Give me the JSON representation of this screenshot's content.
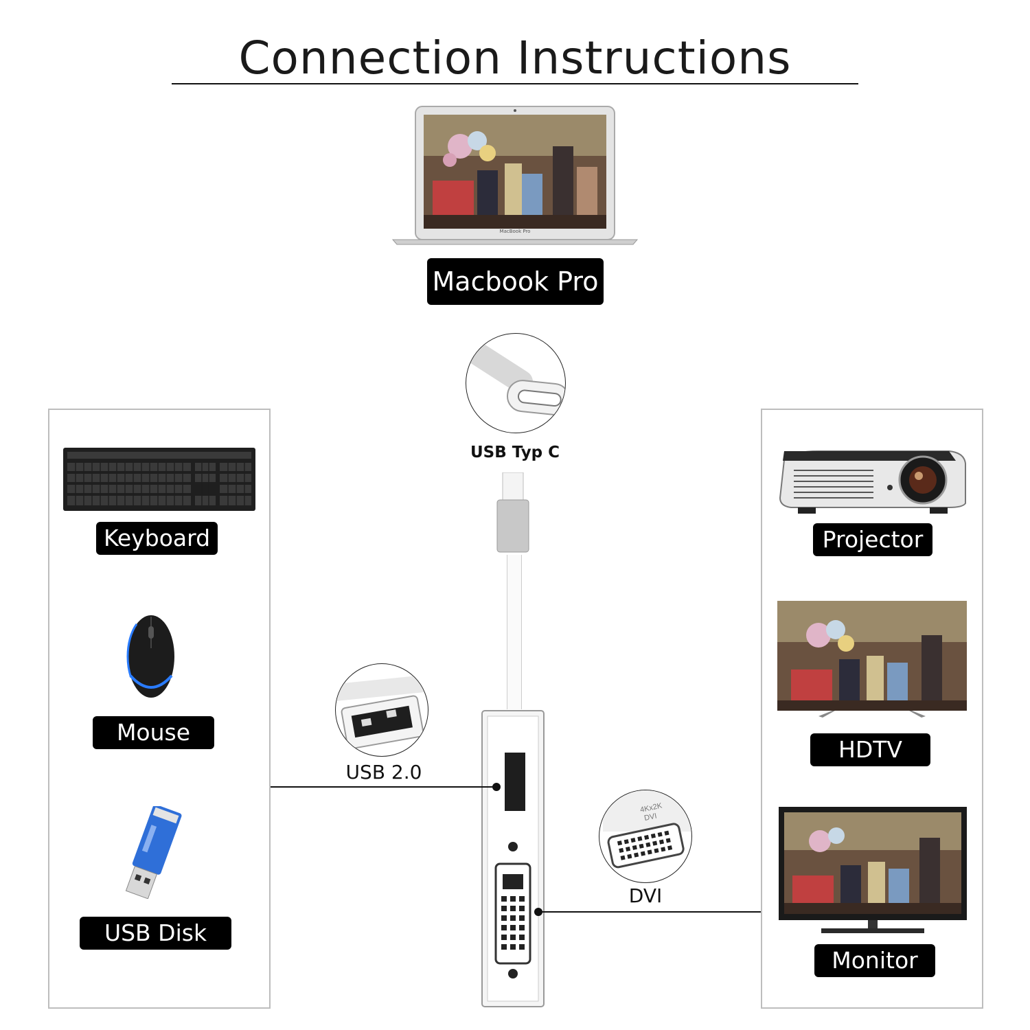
{
  "title": "Connection Instructions",
  "top": {
    "laptop_label": "Macbook Pro",
    "laptop_brand": "MacBook Pro"
  },
  "cable": {
    "connector_label": "USB Typ C"
  },
  "ports": {
    "usb_label": "USB 2.0",
    "dvi_label": "DVI",
    "dvi_badge_line1": "4Kx2K",
    "dvi_badge_line2": "DVI"
  },
  "left_panel": {
    "items": [
      "Keyboard",
      "Mouse",
      "USB Disk"
    ]
  },
  "right_panel": {
    "items": [
      "Projector",
      "HDTV",
      "Monitor"
    ]
  },
  "colors": {
    "label_bg": "#000000",
    "usb_disk_blue": "#2f6fd8",
    "mouse_glow": "#2a7cff"
  },
  "icons": [
    "laptop-icon",
    "usb-c-plug-icon",
    "usb-port-icon",
    "dvi-port-icon",
    "keyboard-icon",
    "mouse-icon",
    "usb-disk-icon",
    "projector-icon",
    "hdtv-icon",
    "monitor-icon",
    "adapter-icon"
  ]
}
